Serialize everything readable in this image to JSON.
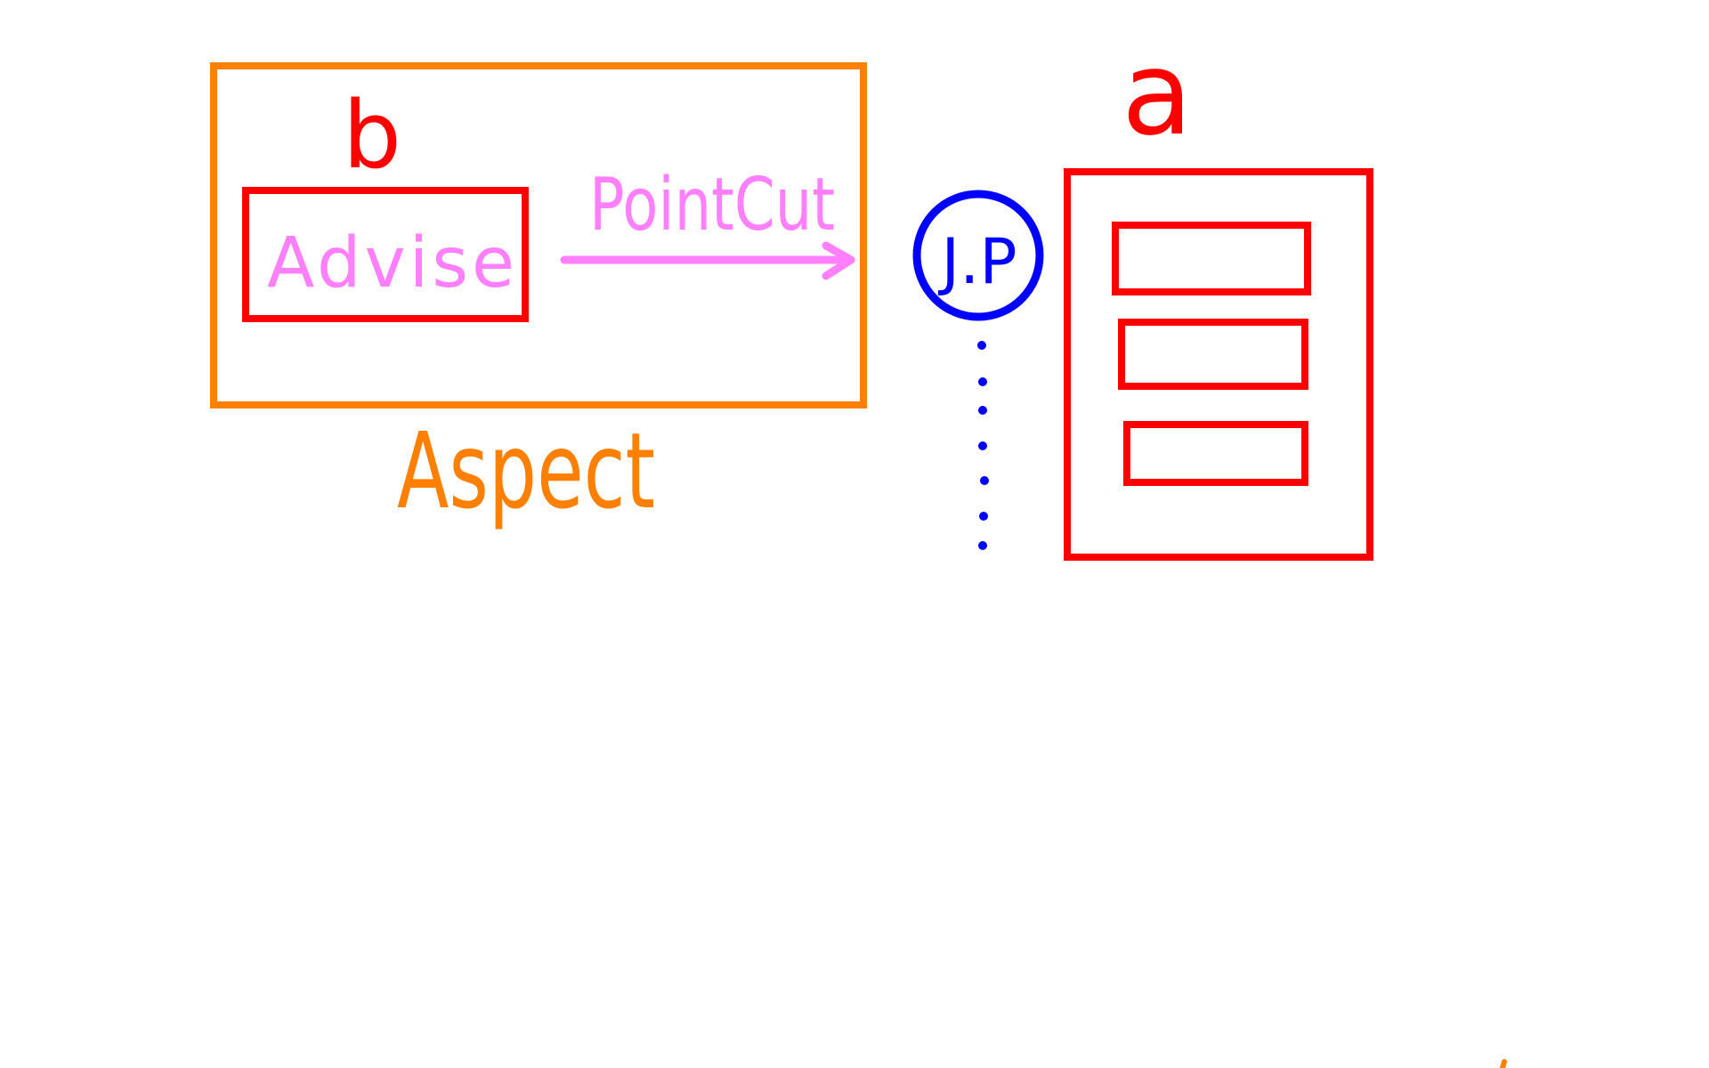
{
  "aspect": {
    "label": "Aspect",
    "color": "#ff7f00"
  },
  "advice": {
    "letter": "b",
    "label": "Advise",
    "box_color": "#ff0000",
    "text_color": "#ff7fff"
  },
  "pointcut": {
    "label": "PointCut",
    "color": "#ff7fff"
  },
  "join_point": {
    "label": "J.P",
    "color": "#0000ff"
  },
  "target": {
    "letter": "a",
    "color": "#ff0000",
    "inner_box_count": 3
  }
}
